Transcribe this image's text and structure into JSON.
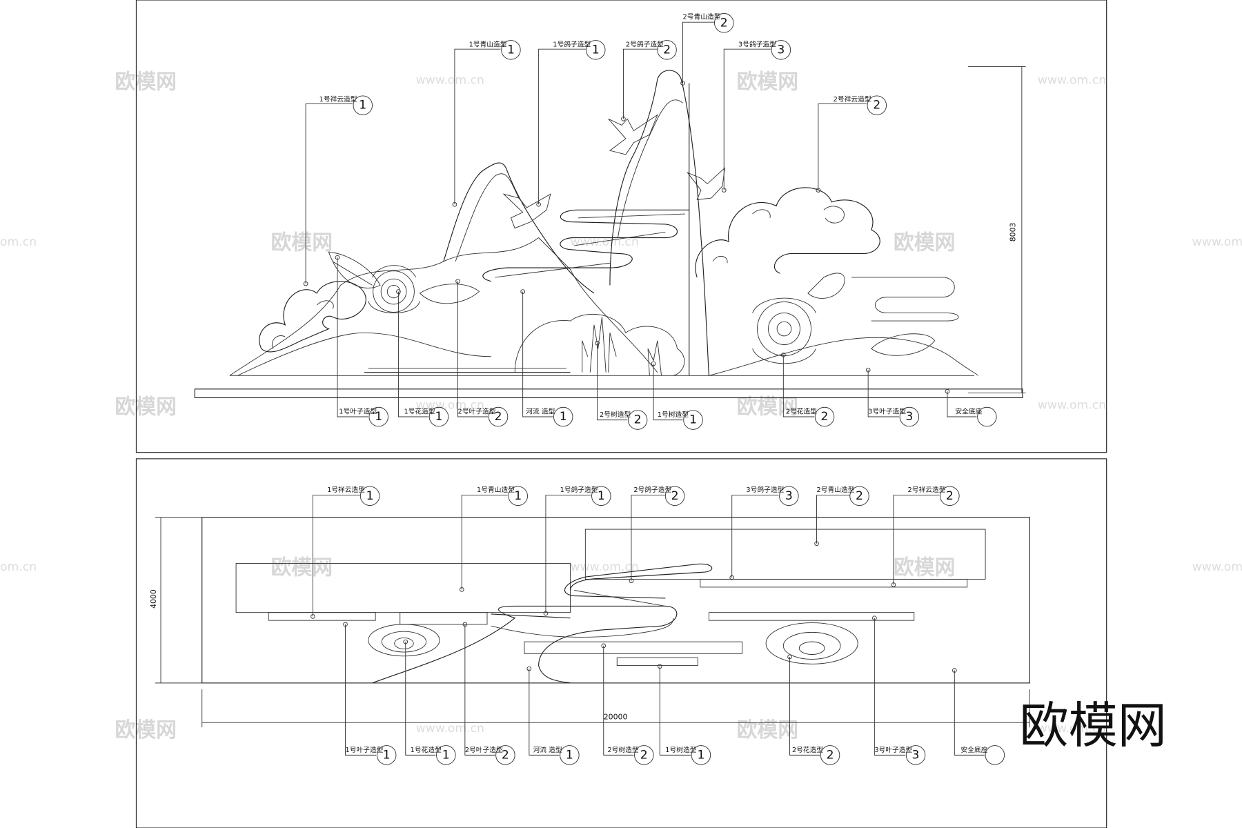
{
  "watermark": {
    "text": "欧模网",
    "url": "www.om.cn",
    "url_partial": "om.cn"
  },
  "brand": {
    "text": "欧模网"
  },
  "elevation_view": {
    "top_labels": [
      {
        "text": "1号祥云造型",
        "number": "1"
      },
      {
        "text": "1号青山造型",
        "number": "1"
      },
      {
        "text": "1号鸽子造型",
        "number": "1"
      },
      {
        "text": "2号鸽子造型",
        "number": "2"
      },
      {
        "text": "2号青山造型",
        "number": "2"
      },
      {
        "text": "3号鸽子造型",
        "number": "3"
      },
      {
        "text": "2号祥云造型",
        "number": "2"
      }
    ],
    "bottom_labels": [
      {
        "text": "1号叶子造型",
        "number": "1"
      },
      {
        "text": "1号花造型",
        "number": "1"
      },
      {
        "text": "2号叶子造型",
        "number": "2"
      },
      {
        "text": "河流 造型",
        "number": "1"
      },
      {
        "text": "2号树造型",
        "number": "2"
      },
      {
        "text": "1号树造型",
        "number": "1"
      },
      {
        "text": "2号花造型",
        "number": "2"
      },
      {
        "text": "3号叶子造型",
        "number": "3"
      },
      {
        "text": "安全底座",
        "number": ""
      }
    ],
    "height_dimension": "8003"
  },
  "plan_view": {
    "top_labels": [
      {
        "text": "1号祥云造型",
        "number": "1"
      },
      {
        "text": "1号青山造型",
        "number": "1"
      },
      {
        "text": "1号鸽子造型",
        "number": "1"
      },
      {
        "text": "2号鸽子造型",
        "number": "2"
      },
      {
        "text": "3号鸽子造型",
        "number": "3"
      },
      {
        "text": "2号青山造型",
        "number": "2"
      },
      {
        "text": "2号祥云造型",
        "number": "2"
      }
    ],
    "bottom_labels": [
      {
        "text": "1号叶子造型",
        "number": "1"
      },
      {
        "text": "1号花造型",
        "number": "1"
      },
      {
        "text": "2号叶子造型",
        "number": "2"
      },
      {
        "text": "河流 造型",
        "number": "1"
      },
      {
        "text": "2号树造型",
        "number": "2"
      },
      {
        "text": "1号树造型",
        "number": "1"
      },
      {
        "text": "2号花造型",
        "number": "2"
      },
      {
        "text": "3号叶子造型",
        "number": "3"
      },
      {
        "text": "安全底座",
        "number": ""
      }
    ],
    "depth_dimension": "4000",
    "width_dimension": "20000"
  }
}
